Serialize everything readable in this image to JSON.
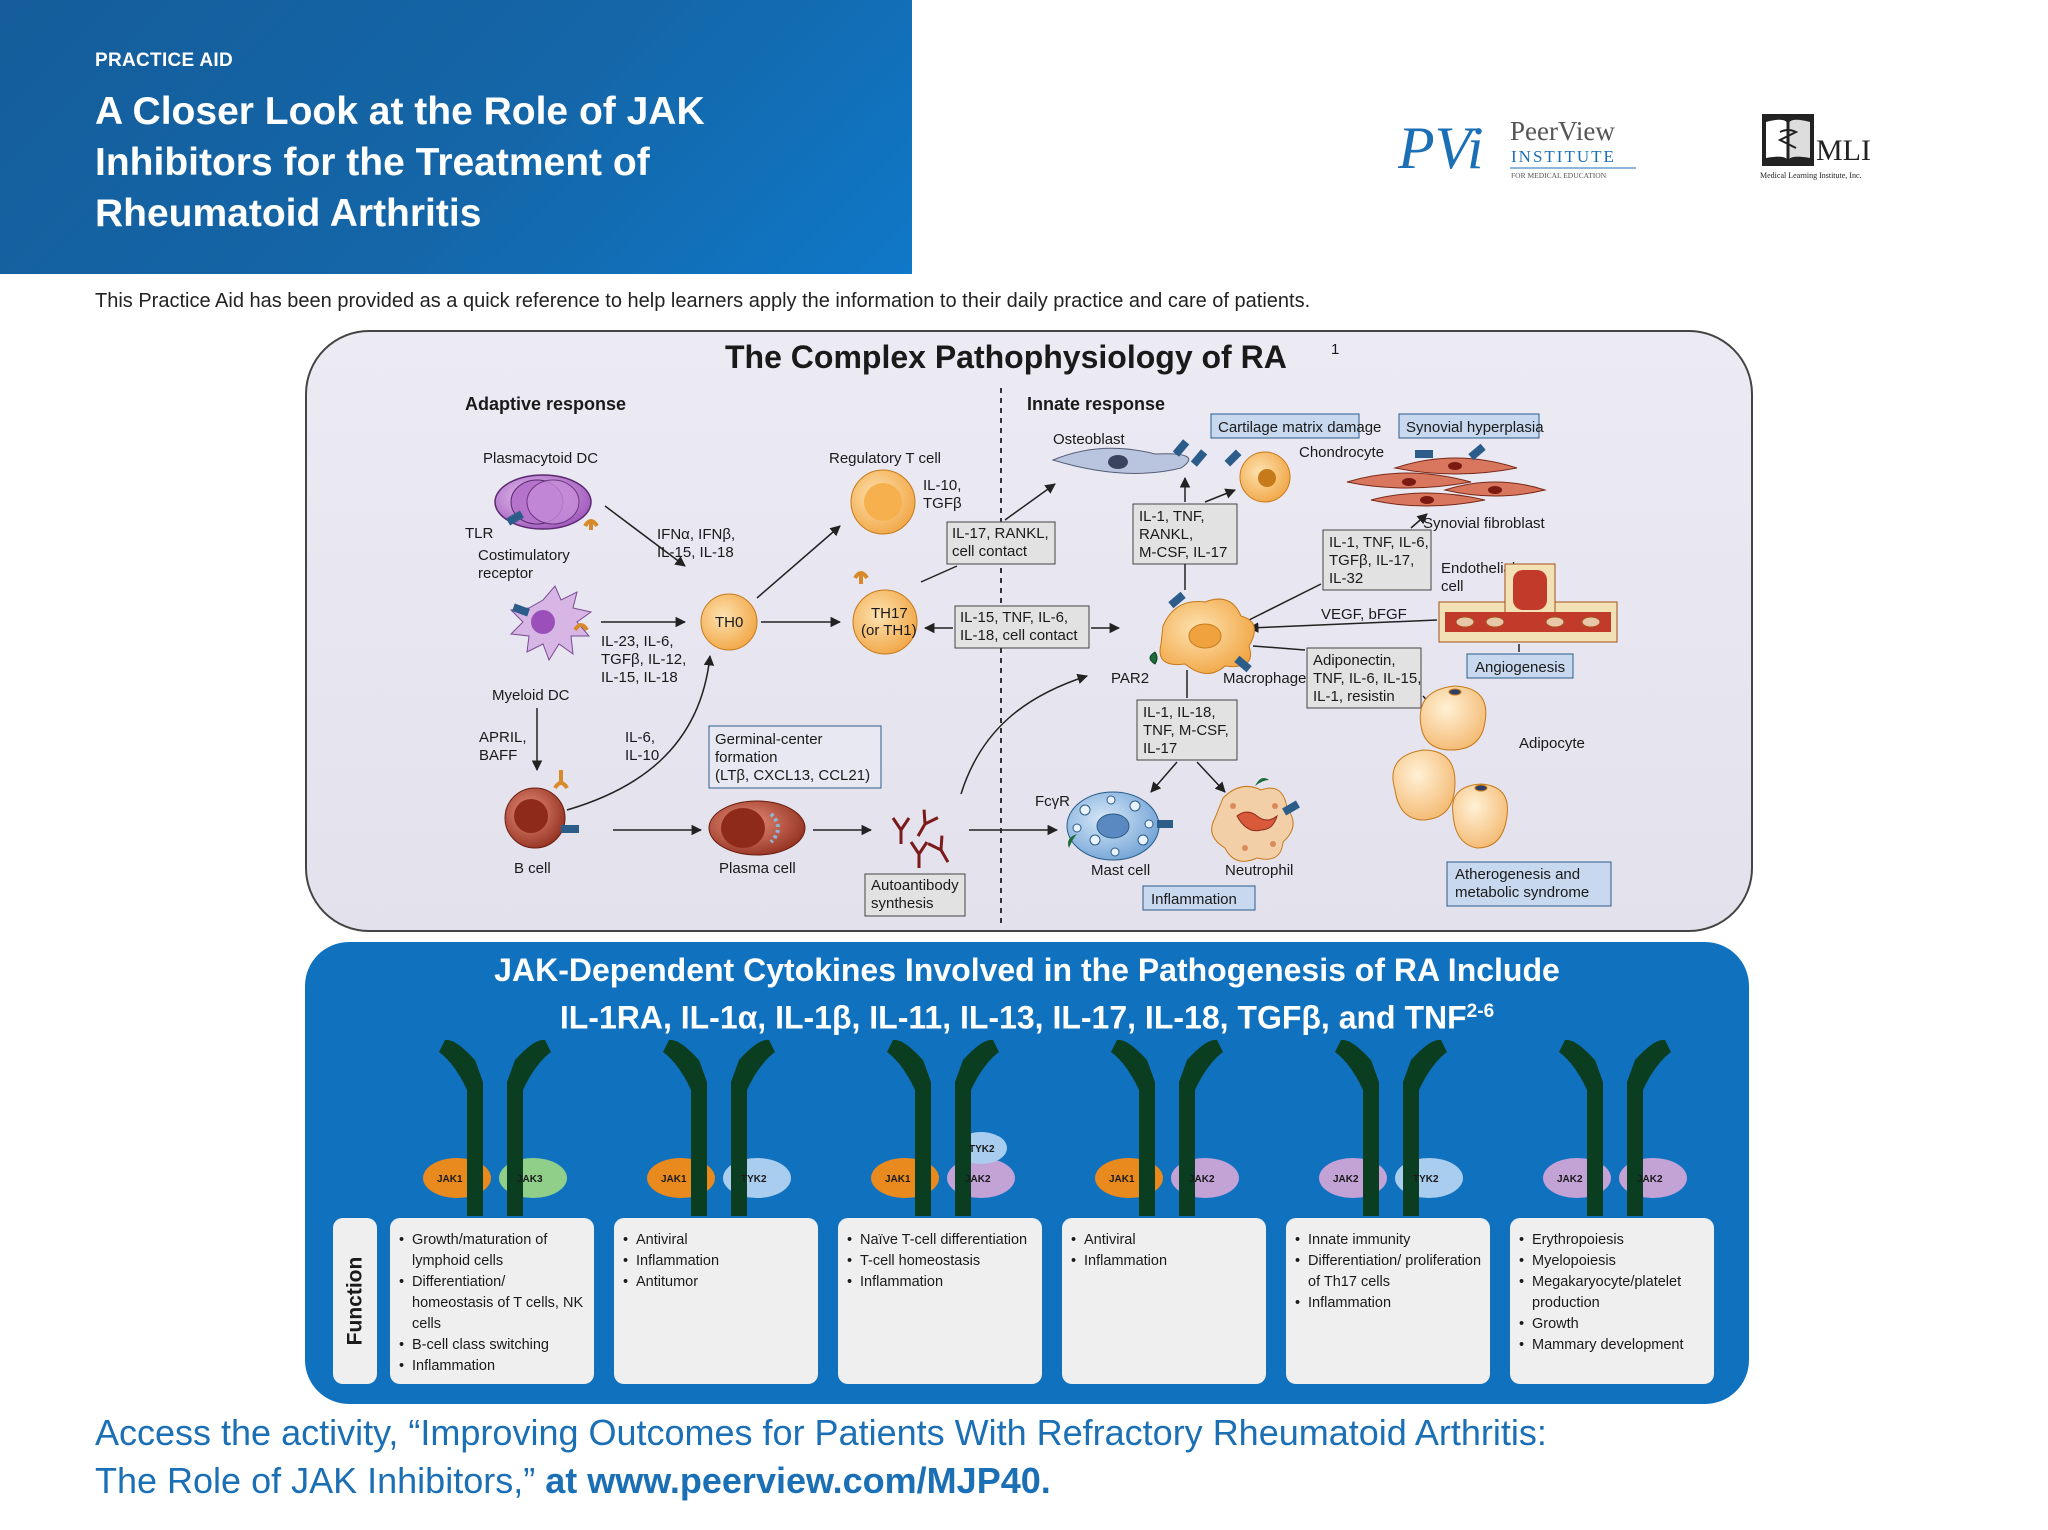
{
  "header": {
    "eyebrow": "PRACTICE AID",
    "title_lines": [
      "A Closer Look at the Role of JAK",
      "Inhibitors for the Treatment of",
      "Rheumatoid Arthritis"
    ]
  },
  "logos": {
    "pvi_mark": "PVi",
    "pvi_name": "PeerView",
    "pvi_institute": "INSTITUTE",
    "pvi_tag": "FOR MEDICAL EDUCATION",
    "mli_name": "MLI",
    "mli_tag": "Medical Learning Institute, Inc."
  },
  "intro": "This Practice Aid has been provided as a quick reference to help learners apply the information to their daily practice and care of patients.",
  "diagram": {
    "title": "The Complex Pathophysiology of RA",
    "title_ref": "1",
    "adaptive_heading": "Adaptive response",
    "innate_heading": "Innate response",
    "labels": {
      "plasmacytoid_dc": "Plasmacytoid DC",
      "tlr": "TLR",
      "costim": [
        "Costimulatory",
        "receptor"
      ],
      "myeloid_dc": "Myeloid DC",
      "april": [
        "APRIL,",
        "BAFF"
      ],
      "b_cell": "B cell",
      "ifn": [
        "IFNα, IFNβ,",
        "IL-15, IL-18"
      ],
      "il23": [
        "IL-23, IL-6,",
        "TGFβ, IL-12,",
        "IL-15, IL-18"
      ],
      "il6": [
        "IL-6,",
        "IL-10"
      ],
      "th0": "TH0",
      "treg": "Regulatory T cell",
      "il10": [
        "IL-10,",
        "TGFβ"
      ],
      "th17": [
        "TH17",
        "(or TH1)"
      ],
      "germinal": [
        "Germinal-center",
        "formation",
        "(LTβ, CXCL13, CCL21)"
      ],
      "plasma": "Plasma cell",
      "autoantibody": [
        "Autoantibody",
        "synthesis"
      ],
      "il17_rankl": [
        "IL-17, RANKL,",
        "cell contact"
      ],
      "il15_tnf": [
        "IL-15, TNF, IL-6,",
        "IL-18, cell contact"
      ],
      "osteoblast": "Osteoblast",
      "cartilage": "Cartilage matrix damage",
      "chondrocyte": "Chondrocyte",
      "il1_tnf_rankl": [
        "IL-1, TNF,",
        "RANKL,",
        "M-CSF, IL-17"
      ],
      "synovial_hyper": "Synovial hyperplasia",
      "synovial_fib": "Synovial fibroblast",
      "il1_tgf": [
        "IL-1, TNF, IL-6,",
        "TGFβ, IL-17,",
        "IL-32"
      ],
      "endothelial": [
        "Endothelial",
        "cell"
      ],
      "vegf": "VEGF, bFGF",
      "macrophage": "Macrophage",
      "par2": "PAR2",
      "angiogenesis": "Angiogenesis",
      "adiponectin": [
        "Adiponectin,",
        "TNF, IL-6, IL-15,",
        "IL-1, resistin"
      ],
      "il1_il18": [
        "IL-1, IL-18,",
        "TNF, M-CSF,",
        "IL-17"
      ],
      "adipocyte": "Adipocyte",
      "fcgr": "FcγR",
      "mast": "Mast cell",
      "neutrophil": "Neutrophil",
      "inflammation": "Inflammation",
      "athero": [
        "Atherogenesis and",
        "metabolic syndrome"
      ]
    }
  },
  "jak_panel": {
    "title_line1": "JAK-Dependent Cytokines Involved in the Pathogenesis of RA Include",
    "title_line2": "IL-1RA, IL-1α, IL-1β, IL-11, IL-13, IL-17, IL-18, TGFβ, and TNF",
    "title_ref": "2-6",
    "function_label": "Function",
    "receptors": [
      {
        "left": "JAK1",
        "right": "JAK3",
        "top": "",
        "left_color": "#e98a1e",
        "right_color": "#8fcf8a",
        "functions": [
          "Growth/maturation of lymphoid cells",
          "Differentiation/ homeostasis of T cells, NK cells",
          "B-cell class switching",
          "Inflammation"
        ]
      },
      {
        "left": "JAK1",
        "right": "TYK2",
        "top": "",
        "left_color": "#e98a1e",
        "right_color": "#a9cdee",
        "functions": [
          "Antiviral",
          "Inflammation",
          "Antitumor"
        ]
      },
      {
        "left": "JAK1",
        "right": "JAK2",
        "top": "TYK2",
        "left_color": "#e98a1e",
        "right_color": "#c3a2d6",
        "functions": [
          "Naïve T-cell differentiation",
          "T-cell homeostasis",
          "Inflammation"
        ]
      },
      {
        "left": "JAK1",
        "right": "JAK2",
        "top": "",
        "left_color": "#e98a1e",
        "right_color": "#c3a2d6",
        "functions": [
          "Antiviral",
          "Inflammation"
        ]
      },
      {
        "left": "JAK2",
        "right": "TYK2",
        "top": "",
        "left_color": "#c3a2d6",
        "right_color": "#a9cdee",
        "functions": [
          "Innate immunity",
          "Differentiation/ proliferation of Th17 cells",
          "Inflammation"
        ]
      },
      {
        "left": "JAK2",
        "right": "JAK2",
        "top": "",
        "left_color": "#c3a2d6",
        "right_color": "#c3a2d6",
        "functions": [
          "Erythropoiesis",
          "Myelopoiesis",
          "Megakaryocyte/platelet production",
          "Growth",
          "Mammary development"
        ]
      }
    ]
  },
  "footer": {
    "line1": "Access the activity, “Improving Outcomes for Patients With Refractory Rheumatoid Arthritis:",
    "line2_text": "The Role of JAK Inhibitors,”",
    "line2_url": "at www.peerview.com/MJP40."
  },
  "colors": {
    "header_blue": "#1466a8",
    "panel_blue": "#1071bf",
    "receptor_green": "#0b3d20",
    "footer_blue": "#1b6fb5"
  }
}
